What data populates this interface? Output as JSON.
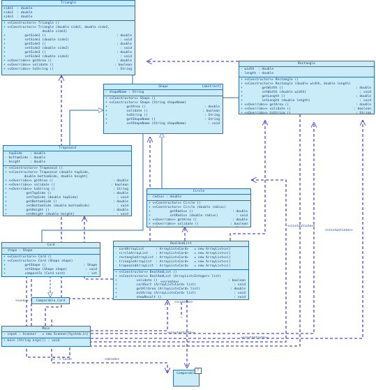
{
  "triangle": {
    "name": "Triangle",
    "fields": [
      "side1  : double",
      "side2  : double",
      "side3  : double"
    ],
    "methods": [
      {
        "sig": "+ <<Constructor>> Triangle ()",
        "type": ""
      },
      {
        "sig": "+ <<Constructor>> Triangle (double side1, double side2,",
        "type": ""
      },
      {
        "sig": "                    double side3)",
        "type": ""
      },
      {
        "sig": "+          getSide1 ()",
        "type": ": double"
      },
      {
        "sig": "+          setSide1 (double side1)",
        "type": ": void"
      },
      {
        "sig": "+          getSide2 ()",
        "type": ": double"
      },
      {
        "sig": "+          setSide2 (double side2)",
        "type": ": void"
      },
      {
        "sig": "+          getSide3 ()",
        "type": ": double"
      },
      {
        "sig": "+          setSide3 (double side3)",
        "type": ": void"
      },
      {
        "sig": "+ <<Override>> getArea ()",
        "type": ": double"
      },
      {
        "sig": "+ <<Override>> validate ()",
        "type": ": boolean"
      },
      {
        "sig": "+ <<Override>> toString ()",
        "type": ": String"
      }
    ]
  },
  "shape": {
    "name": "Shape",
    "stereotype": "{abstract}",
    "fields": [
      {
        "sig": "- shapeName : String",
        "type": ""
      }
    ],
    "methods": [
      {
        "sig": "+ <<Constructor>> Shape ()",
        "type": ""
      },
      {
        "sig": "+ <<Constructor>> Shape (String shapeName)",
        "type": ""
      },
      {
        "sig": "+          getArea ()",
        "type": ": double"
      },
      {
        "sig": "+          validate ()",
        "type": ": boolean"
      },
      {
        "sig": "+          toString ()",
        "type": ": String"
      },
      {
        "sig": "+          getShapeName ()",
        "type": ": String"
      },
      {
        "sig": "+          setShapeName (String shapeName)",
        "type": ": void"
      }
    ]
  },
  "rectangle": {
    "name": "Rectangle",
    "fields": [
      "- width  : double",
      "- length : double"
    ],
    "methods": [
      {
        "sig": "+ <<Constructor>> Rectangle ()",
        "type": ""
      },
      {
        "sig": "+ <<Constructor>> Rectangle (double width, double length)",
        "type": ""
      },
      {
        "sig": "+          getWidth ()",
        "type": ": double"
      },
      {
        "sig": "+          setWidth (double width)",
        "type": ": void"
      },
      {
        "sig": "+          getLength ()",
        "type": ": double"
      },
      {
        "sig": "+          setLength (double length)",
        "type": ": void"
      },
      {
        "sig": "+ <<Override>> getArea ()",
        "type": ": double"
      },
      {
        "sig": "+ <<Override>> validate ()",
        "type": ": boolean"
      },
      {
        "sig": "+ <<Override>> toString ()",
        "type": ": String"
      }
    ]
  },
  "trapezoid": {
    "name": "Trapezoid",
    "fields": [
      "- topSide    : double",
      "- bottomSide : double",
      "- height     : double"
    ],
    "methods": [
      {
        "sig": "+ <<Constructor>> Trapezoid ()",
        "type": ""
      },
      {
        "sig": "+ <<Constructor>> Trapezoid (double topSide,",
        "type": ""
      },
      {
        "sig": "          double bottomSide, double height)",
        "type": ""
      },
      {
        "sig": "+ <<Override>> getArea ()",
        "type": ": double"
      },
      {
        "sig": "+ <<Override>> validate ()",
        "type": ": boolean"
      },
      {
        "sig": "+ <<Override>> toString ()",
        "type": ": String"
      },
      {
        "sig": "+          getTopSide ()",
        "type": ": double"
      },
      {
        "sig": "+          setTopSide (double topSide)",
        "type": ": void"
      },
      {
        "sig": "+          getBottomSide ()",
        "type": ": double"
      },
      {
        "sig": "+          setBottomSide (double bottomSide)",
        "type": ": void"
      },
      {
        "sig": "+          getHeight ()",
        "type": ": double"
      },
      {
        "sig": "+          setHeight (double height)",
        "type": ": void"
      }
    ]
  },
  "circle": {
    "name": "Circle",
    "fields": [
      "- radius : double"
    ],
    "methods": [
      {
        "sig": "+ <<Constructor>> Circle ()",
        "type": ""
      },
      {
        "sig": "+ <<Constructor>> Circle (double radius)",
        "type": ""
      },
      {
        "sig": "+          getRadius ()",
        "type": ": double"
      },
      {
        "sig": "+          setRadius (double radius)",
        "type": ": void"
      },
      {
        "sig": "+ <<Override>> getArea ()",
        "type": ": double"
      },
      {
        "sig": "+ <<Override>> validate ()",
        "type": ": boolean"
      },
      {
        "sig": "+ <<Override>> toString ()",
        "type": ": String"
      }
    ]
  },
  "card": {
    "name": "Card",
    "fields": [
      "- shape : Shape"
    ],
    "methods": [
      {
        "sig": "+ <<Constructor>> Card ()",
        "type": ""
      },
      {
        "sig": "+ <<Constructor>> Card (Shape shape)",
        "type": ""
      },
      {
        "sig": "+          getShape ()",
        "type": ": Shape"
      },
      {
        "sig": "+          setShape (Shape shape)",
        "type": ": void"
      },
      {
        "sig": "+          compareTo (Card card)",
        "type": ": int"
      }
    ]
  },
  "dealandlist": {
    "name": "DealAndList",
    "fields": [
      "- cardArrayList      : ArrayList<Card>   = new ArrayList<>()",
      "- circleArrayList    : ArrayList<Card>   = new ArrayList<>()",
      "- rectangleArrayList : ArrayList<Card>   = new ArrayList<>()",
      "- triangleArrayList  : ArrayList<Card>   = new ArrayList<>()",
      "- trapezoidArrayList : ArrayList<Card>   = new ArrayList<>()"
    ],
    "methods": [
      {
        "sig": "+ <<Constructor>> DealAndList ()",
        "type": ""
      },
      {
        "sig": "+ <<Constructor>> DealAndList (ArrayList<Integer> list)",
        "type": ""
      },
      {
        "sig": "+          validate ()",
        "type": ": boolean"
      },
      {
        "sig": "+          cardSort (ArrayList<Card> list)",
        "type": ": void"
      },
      {
        "sig": "+          getAllArea (ArrayList<Card> list)",
        "type": ": double"
      },
      {
        "sig": "+          outArray (ArrayList<Card> list)",
        "type": ": void"
      },
      {
        "sig": "+          showResult ()",
        "type": ": void"
      }
    ]
  },
  "main": {
    "name": "Main",
    "fields": [
      "- input : Scanner   = new Scanner(System.in)"
    ],
    "methods": [
      {
        "sig": "+ main (String args[]) : void",
        "type": ""
      }
    ]
  },
  "comparable_card": {
    "name": "Comparable_Card"
  },
  "comparable": {
    "name": "Comparable",
    "badge": "T"
  },
  "labels": {
    "use": "<<use>>",
    "create": "<<create>>",
    "create2": "<<create>>",
    "instantiate1": "<<instantiate>>",
    "instantiate2": "<<instantiate>>",
    "instantiate3": "<<instantiate>>",
    "instantiate4": "<<instantiate>>",
    "bind": "<<bind>>",
    "tcard": "<T -> Card>"
  }
}
